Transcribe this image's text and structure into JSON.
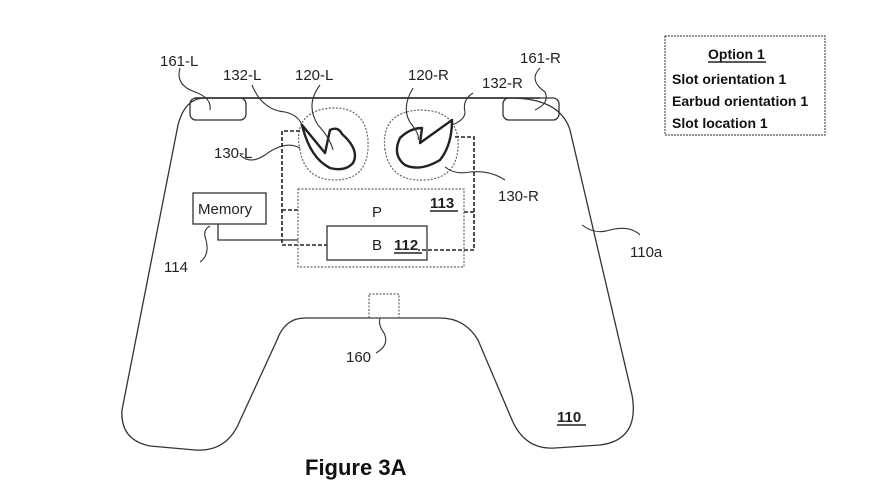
{
  "figure": {
    "title": "Figure 3A",
    "labels": {
      "slot_light_left": "161-L",
      "slot_light_right": "161-R",
      "slot_edge_left": "132-L",
      "slot_edge_right": "132-R",
      "earbud_left": "120-L",
      "earbud_right": "120-R",
      "slot_left": "130-L",
      "slot_right": "130-R",
      "memory_ref": "114",
      "surface_ref": "110a",
      "port_ref": "160",
      "body_ref": "110",
      "processor_ref": "113",
      "battery_ref": "112"
    },
    "components": {
      "memory": "Memory",
      "processor": "P",
      "battery": "B"
    }
  },
  "option_box": {
    "heading": "Option 1",
    "lines": [
      "Slot orientation 1",
      "Earbud orientation 1",
      "Slot location 1"
    ]
  }
}
